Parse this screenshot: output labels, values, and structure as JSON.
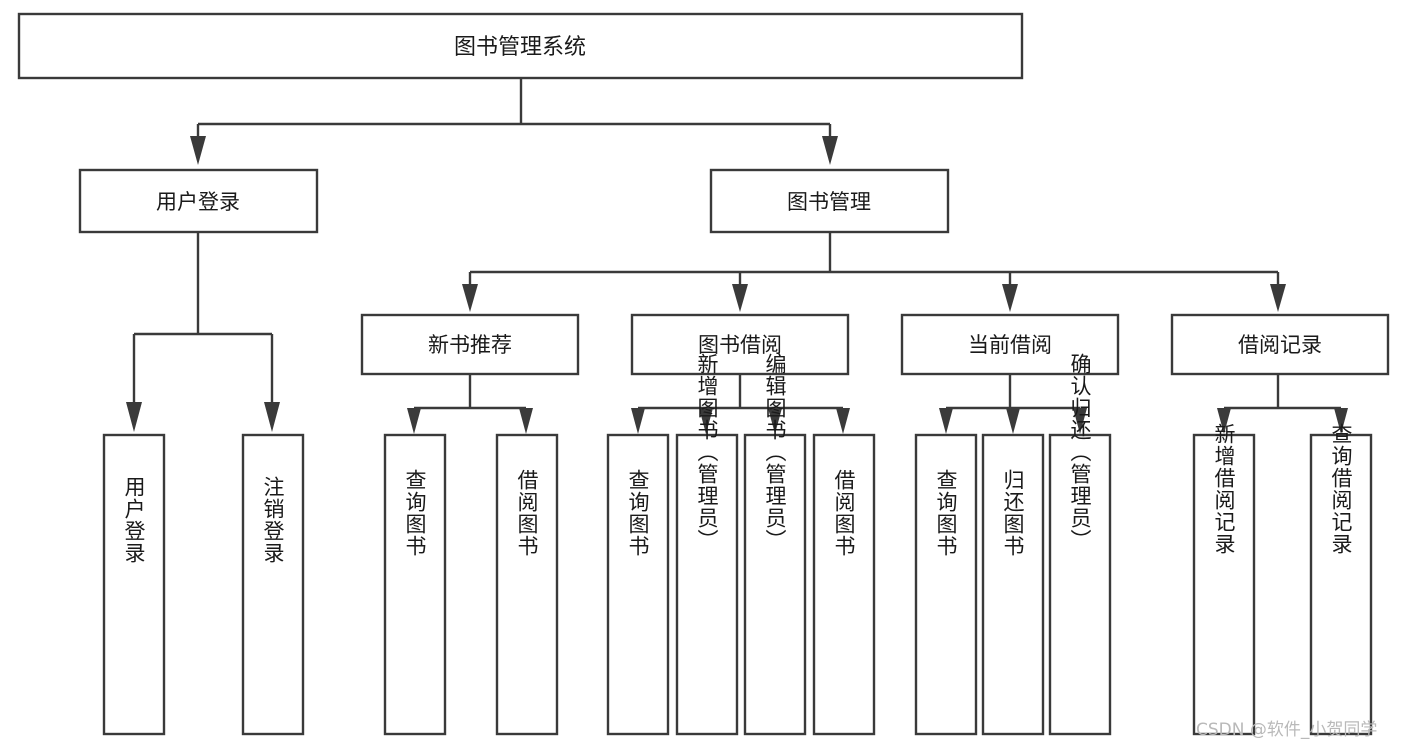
{
  "diagram": {
    "title": "图书管理系统",
    "type": "tree-hierarchy-chart",
    "root": {
      "id": "root",
      "label": "图书管理系统"
    },
    "level2": [
      {
        "id": "user-login",
        "label": "用户登录"
      },
      {
        "id": "book-manage",
        "label": "图书管理"
      }
    ],
    "level3": [
      {
        "id": "new-book-rec",
        "label": "新书推荐",
        "parent": "book-manage"
      },
      {
        "id": "book-borrow",
        "label": "图书借阅",
        "parent": "book-manage"
      },
      {
        "id": "current-borrow",
        "label": "当前借阅",
        "parent": "book-manage"
      },
      {
        "id": "borrow-record",
        "label": "借阅记录",
        "parent": "book-manage"
      }
    ],
    "leaves": [
      {
        "id": "leaf-user-login",
        "label": "用户登录",
        "parent": "user-login"
      },
      {
        "id": "leaf-logout-login",
        "label": "注销登录",
        "parent": "user-login"
      },
      {
        "id": "leaf-query-book-1",
        "label": "查询图书",
        "parent": "new-book-rec"
      },
      {
        "id": "leaf-borrow-book-1",
        "label": "借阅图书",
        "parent": "new-book-rec"
      },
      {
        "id": "leaf-query-book-2",
        "label": "查询图书",
        "parent": "book-borrow"
      },
      {
        "id": "leaf-add-book",
        "label": "新增图书（管理员）",
        "parent": "book-borrow"
      },
      {
        "id": "leaf-edit-book",
        "label": "编辑图书（管理员）",
        "parent": "book-borrow"
      },
      {
        "id": "leaf-borrow-book-2",
        "label": "借阅图书",
        "parent": "book-borrow"
      },
      {
        "id": "leaf-query-book-3",
        "label": "查询图书",
        "parent": "current-borrow"
      },
      {
        "id": "leaf-return-book",
        "label": "归还图书",
        "parent": "current-borrow"
      },
      {
        "id": "leaf-confirm-return",
        "label": "确认归还（管理员）",
        "parent": "current-borrow"
      },
      {
        "id": "leaf-add-record",
        "label": "新增借阅记录",
        "parent": "borrow-record"
      },
      {
        "id": "leaf-query-record",
        "label": "查询借阅记录",
        "parent": "borrow-record"
      }
    ],
    "watermark": "CSDN @软件_小贺同学",
    "colors": {
      "stroke": "#3a3a3a",
      "fill": "#ffffff",
      "text": "#1a1a1a",
      "watermark": "#b9b9b9",
      "background": "#ffffff"
    }
  }
}
